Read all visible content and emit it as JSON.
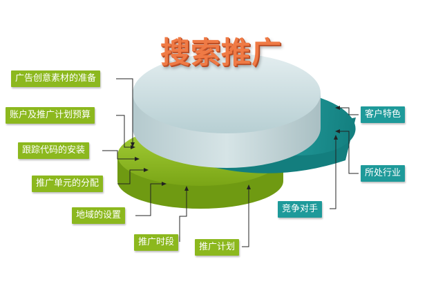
{
  "title": "搜索推广",
  "left_labels": [
    "广告创意素材的准备",
    "账户及推广计划预算",
    "跟踪代码的安装",
    "推广单元的分配",
    "地域的设置",
    "推广时段",
    "推广计划"
  ],
  "right_labels": [
    "客户特色",
    "所处行业",
    "竞争对手"
  ],
  "colors": {
    "green_disk": "#8cb81e",
    "teal_disk": "#1e9a9a",
    "top_disk": "#cfe0e3",
    "title": "#ef7a45"
  }
}
